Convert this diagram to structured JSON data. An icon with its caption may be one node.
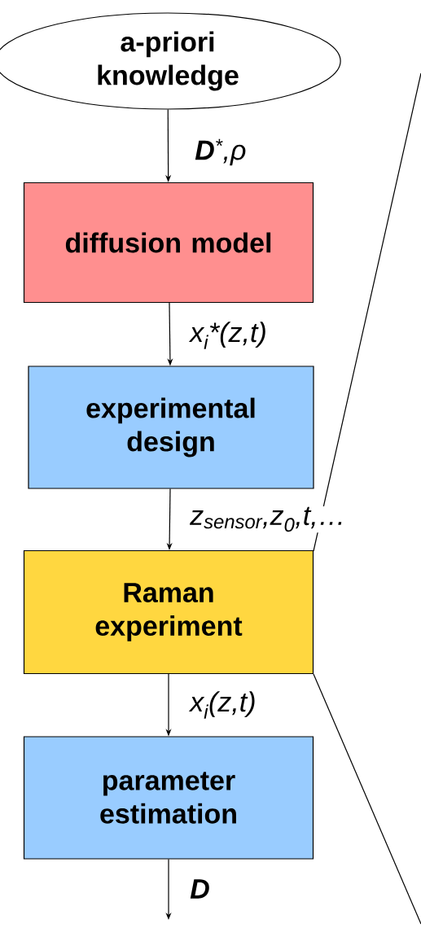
{
  "diagram": {
    "nodes": [
      {
        "text": [
          "a-priori knowledge"
        ]
      },
      {
        "text": [
          "diffusion model"
        ]
      },
      {
        "text": [
          "experimental design"
        ]
      },
      {
        "text": [
          "Raman experiment"
        ]
      },
      {
        "text": [
          "parameter estimation"
        ]
      }
    ],
    "edges": [
      {
        "from": 0,
        "to": 1,
        "arrow": "to",
        "label": "**D**$^{*}$,ρ"
      },
      {
        "from": 1,
        "to": 2,
        "arrow": "to",
        "label": "x$_{i}$*(z,t)"
      },
      {
        "from": 2,
        "to": 3,
        "arrow": "to",
        "label": "z$_{sensor}$,z$_{0}$,t,…"
      },
      {
        "from": 3,
        "to": 4,
        "arrow": "to",
        "label": "x$_{i}$(z,t)"
      },
      {
        "from": 4,
        "to": null,
        "arrow": "to",
        "label": "**D**"
      }
    ]
  }
}
